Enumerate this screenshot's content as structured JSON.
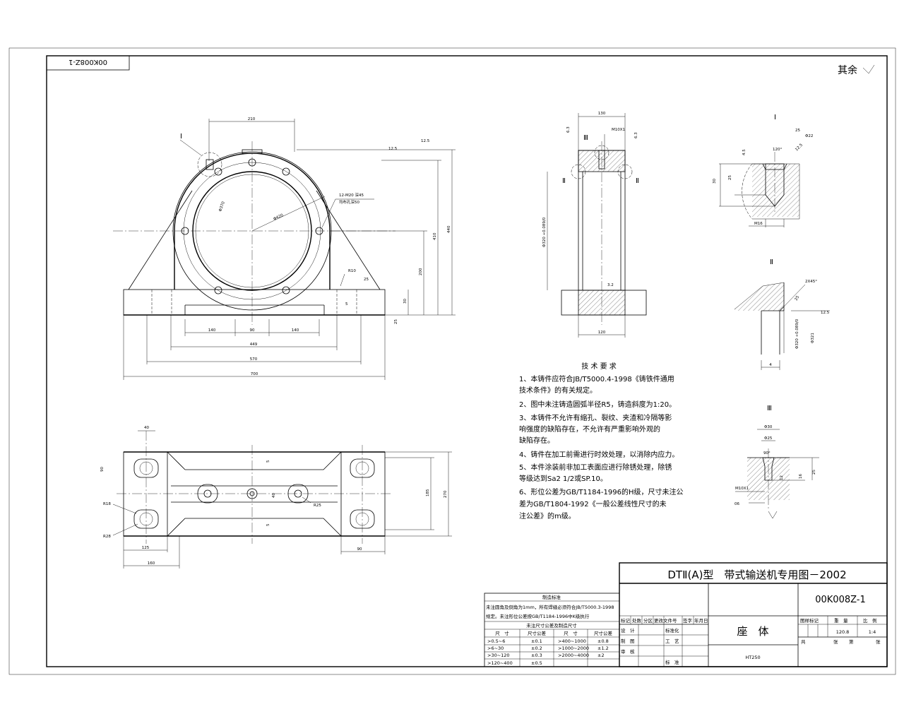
{
  "drawing_code_box": "00K008Z-1",
  "surface_roughness_note": "其余",
  "section_labels": {
    "detail_I": "Ⅰ",
    "detail_II": "Ⅱ",
    "detail_III": "Ⅲ",
    "view_I_mark": "Ⅰ",
    "view_II_left": "Ⅱ",
    "view_II_right": "Ⅱ",
    "view_III_mark": "Ⅲ"
  },
  "front_view_dims": {
    "top_width": "210",
    "chamfer": "12.5",
    "bore_outer": "Φ370",
    "bore_inner": "Φ420",
    "bolt_note_1": "12-M20 深45",
    "bolt_note_2": "均布孔深50",
    "height_total": "440",
    "height_mid": "410",
    "height_center": "200",
    "base_height": "30",
    "radius_base": "R10",
    "base_slope": "25",
    "base_slope2": "25",
    "rough_top": "12.5",
    "slot_h": "5",
    "span_140_left": "140",
    "span_90": "90",
    "span_140_right": "140",
    "width_449": "449",
    "width_570": "570",
    "width_700": "700"
  },
  "section_view_dims": {
    "width_top": "130",
    "tap_hole": "M10X1",
    "rough_1": "6.3",
    "rough_2": "6.3",
    "bore_diam": "Φ320 +0.089/0",
    "width_bottom": "120",
    "rough_3": "3.2"
  },
  "plan_view_dims": {
    "dim_40": "40",
    "dim_90": "90",
    "radius_r18": "R18",
    "radius_r28": "R28",
    "dim_125": "125",
    "dim_160": "160",
    "dim_5a": "5",
    "dim_5b": "5",
    "dim_40b": "40",
    "radius_r25": "R25",
    "dim_90b": "90",
    "dim_185": "185",
    "dim_270": "270"
  },
  "detail_I_dims": {
    "d25": "25",
    "phi22": "Φ22",
    "angle120": "120°",
    "rough": "12.5",
    "d45": "4.5",
    "d30": "30",
    "d25b": "25",
    "m16": "M16"
  },
  "detail_II_dims": {
    "chamfer": "2X45°",
    "rough": "12.5",
    "width4": "4",
    "bore": "Φ320 +0.089/0",
    "phi321": "Φ321",
    "rough2": "25"
  },
  "detail_III_dims": {
    "phi30": "Φ30",
    "phi25": "Φ25",
    "angle90": "90°",
    "m10": "M10X1",
    "d06": "06",
    "d12": "12",
    "d16": "16",
    "d25": "25"
  },
  "tech_requirements": {
    "title": "技 术 要 求",
    "lines": [
      "1、本铸件应符合JB/T5000.4-1998《铸铁件通用",
      "   技术条件》的有关规定。",
      "2、图中未注铸造圆弧半径R5，铸造斜度为1:20。",
      "3、本铸件不允许有缩孔、裂纹、夹渣和冷隔等影",
      "   响强度的缺陷存在，不允许有严重影响外观的",
      "   缺陷存在。",
      "4、铸件在加工前需进行时效处理，以消除内应力。",
      "5、本件涂装前非加工表面应进行除锈处理，除锈",
      "   等级达到Sa2 1/2或SP.10。",
      "6、形位公差为GB/T1184-1996的H级，尺寸未注公",
      "   差为GB/T1804-1992《一般公差线性尺寸的未",
      "   注公差》的m级。"
    ]
  },
  "manufacturing_standard": {
    "title": "制造标准",
    "line1": "未注圆角及倒角为1mm，所有焊缝必须符合JB/T5000.3-1998",
    "line2": "规定。未注形位公差按GB/T1184-1996中K级执行",
    "subtitle": "未注尺寸公差及制造尺寸",
    "headers": [
      "尺　寸",
      "尺寸公差",
      "尺　寸",
      "尺寸公差"
    ],
    "rows": [
      [
        ">0.5~6",
        "±0.1",
        ">400~1000",
        "±0.8"
      ],
      [
        ">6~30",
        "±0.2",
        ">1000~2000",
        "±1.2"
      ],
      [
        ">30~120",
        "±0.3",
        ">2000~4000",
        "±2"
      ],
      [
        ">120~400",
        "±0.5",
        "",
        ""
      ]
    ]
  },
  "title_block": {
    "project_title": "DTⅡ(A)型　带式输送机专用图－2002",
    "drawing_number": "00K008Z-1",
    "part_name": "座　体",
    "material": "HT250",
    "rev_headers": [
      "标记",
      "处数",
      "分区",
      "更改文件号",
      "签字",
      "年月日"
    ],
    "roles_left": [
      "设　计",
      "制　图",
      "审　核"
    ],
    "roles_mid": [
      "标准化",
      "工　艺",
      "标　准"
    ],
    "stage_mark": "图样标记",
    "weight_label": "重　量",
    "scale_label": "比　例",
    "weight": "120.8",
    "scale": "1:4",
    "sheets_total_label": "共",
    "sheets_label": "张",
    "sheet_no_label": "第",
    "sheet_label": "张"
  }
}
